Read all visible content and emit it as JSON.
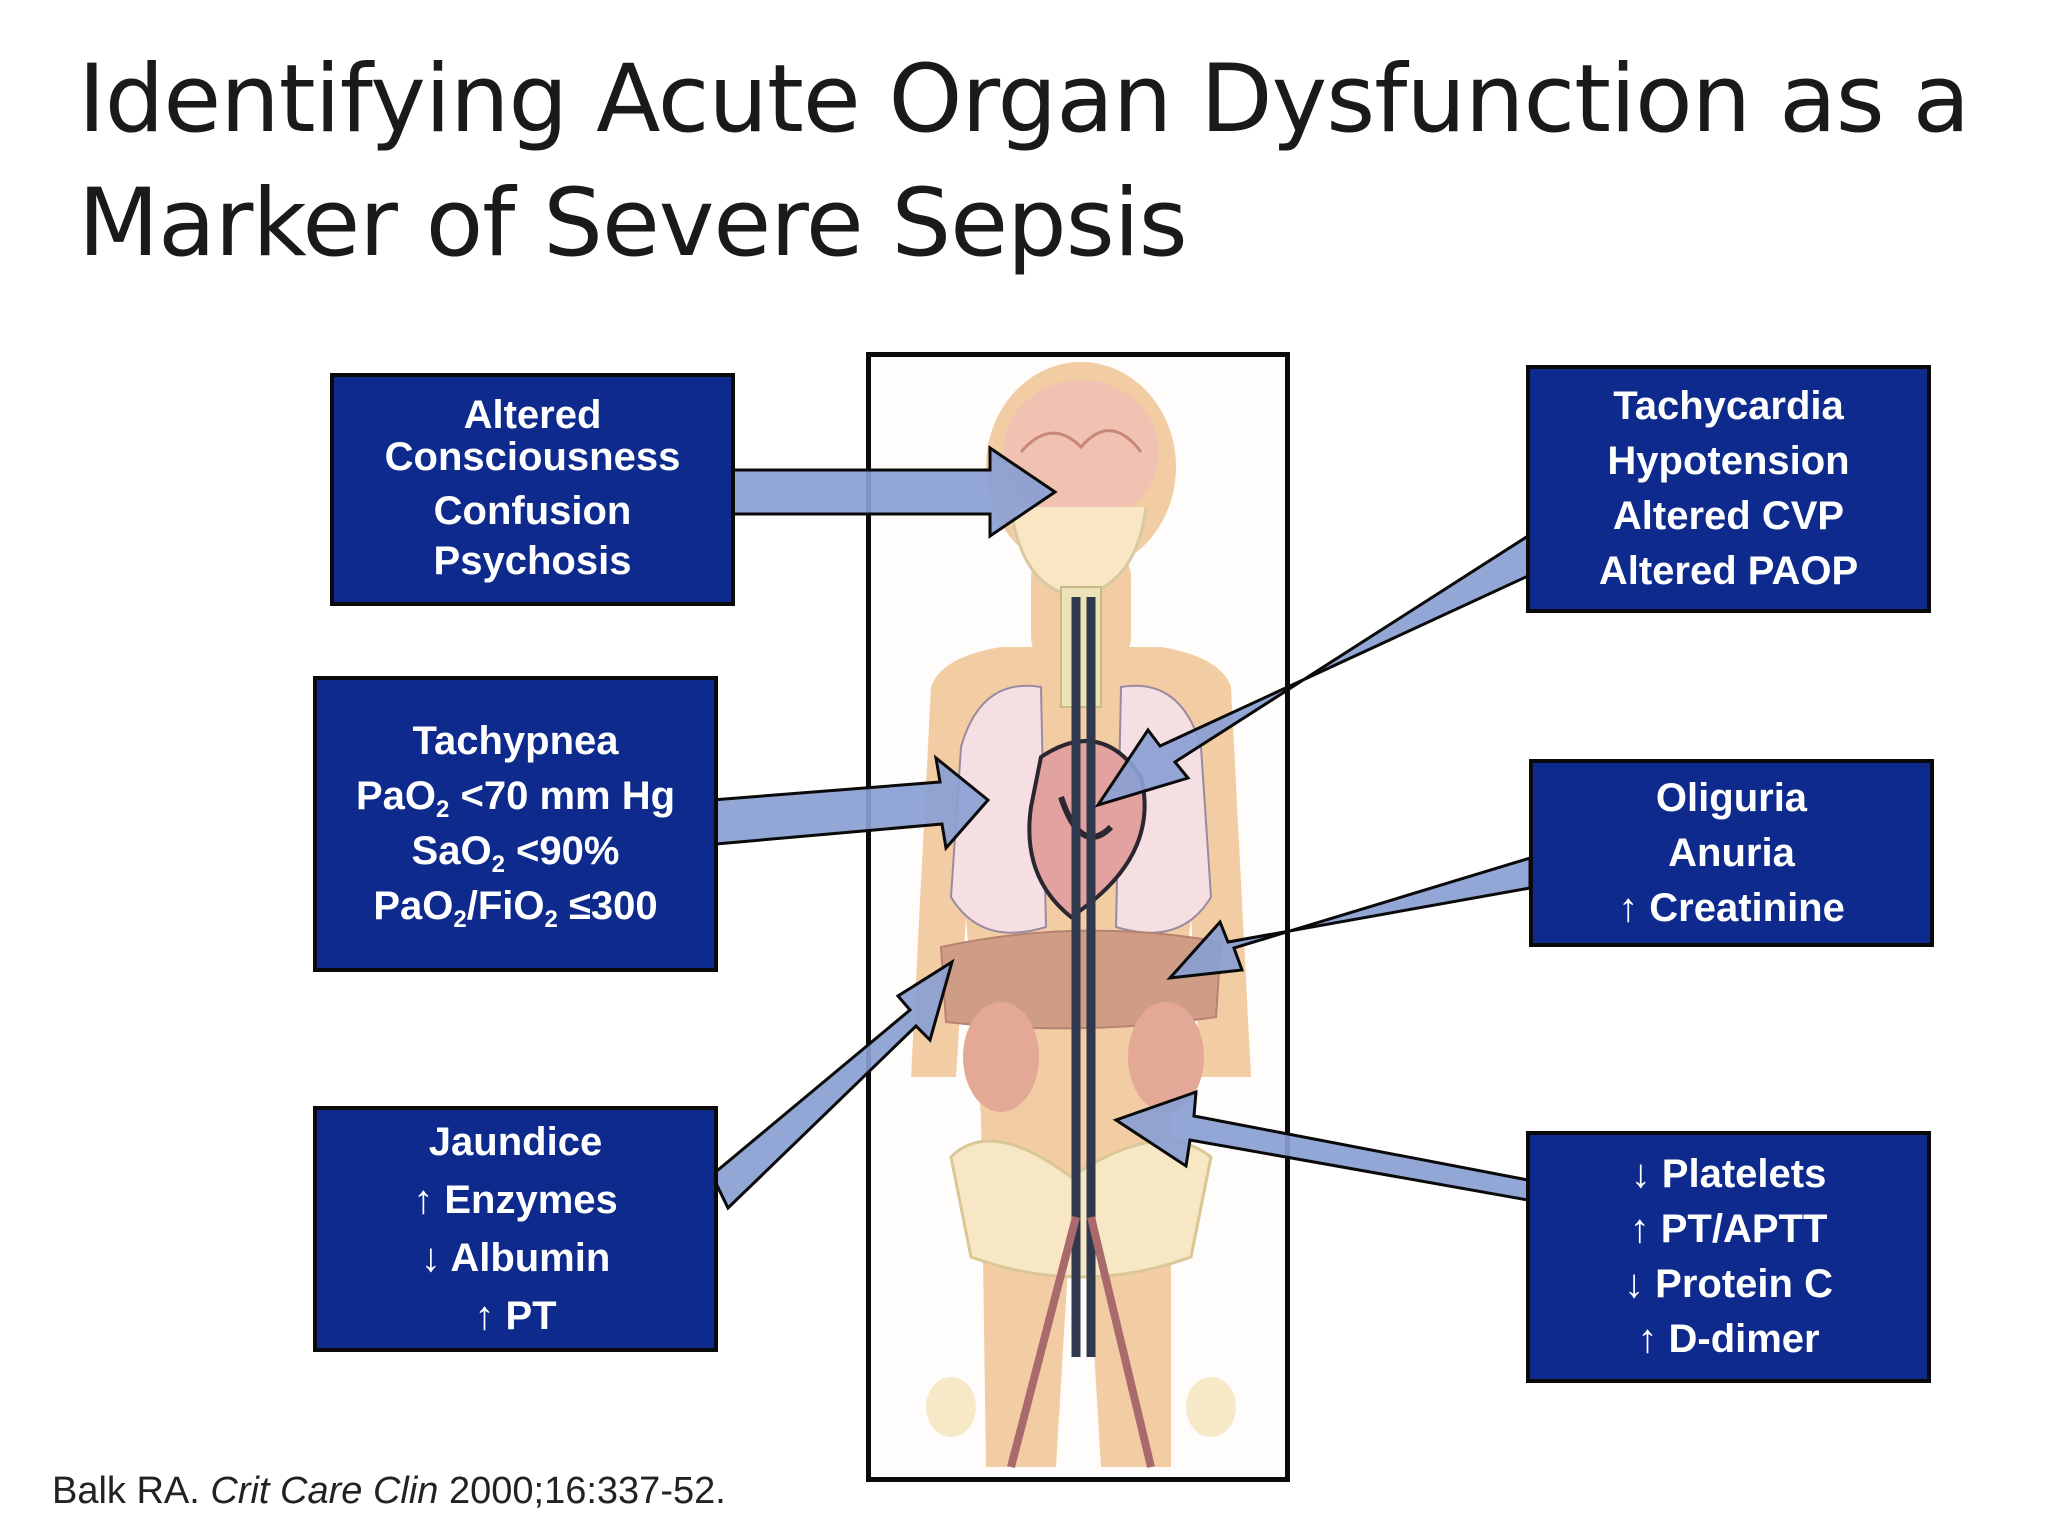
{
  "title": {
    "line1": "Identifying Acute Organ Dysfunction as a",
    "line2": "Marker of Severe Sepsis"
  },
  "boxes": {
    "neuro": {
      "lines": [
        "Altered",
        "Consciousness",
        "Confusion",
        "Psychosis"
      ]
    },
    "respiratory": {
      "line1": "Tachypnea",
      "line2_pre": "PaO",
      "line2_sub": "2",
      "line2_post": " <70 mm Hg",
      "line3_pre": "SaO",
      "line3_sub": "2",
      "line3_post": " <90%",
      "line4_a": "PaO",
      "line4_a_sub": "2",
      "line4_b": "/FiO",
      "line4_b_sub": "2",
      "line4_c": " ≤300"
    },
    "hepatic": {
      "lines": [
        "Jaundice",
        "↑ Enzymes",
        "↓ Albumin",
        "↑ PT"
      ]
    },
    "cardio": {
      "lines": [
        "Tachycardia",
        "Hypotension",
        "Altered CVP",
        "Altered PAOP"
      ]
    },
    "renal": {
      "lines": [
        "Oliguria",
        "Anuria",
        "↑ Creatinine"
      ]
    },
    "hematologic": {
      "lines": [
        "↓ Platelets",
        "↑ PT/APTT",
        "↓ Protein C",
        "↑ D-dimer"
      ]
    }
  },
  "citation": {
    "author": "Balk RA. ",
    "journal": "Crit Care Clin",
    "rest": " 2000;16:337-52."
  },
  "colors": {
    "box_fill": "#0d2a8c",
    "arrow_fill": "#8a9fd2",
    "body_skin": "#f2cda4",
    "vessel": "#30384e"
  }
}
